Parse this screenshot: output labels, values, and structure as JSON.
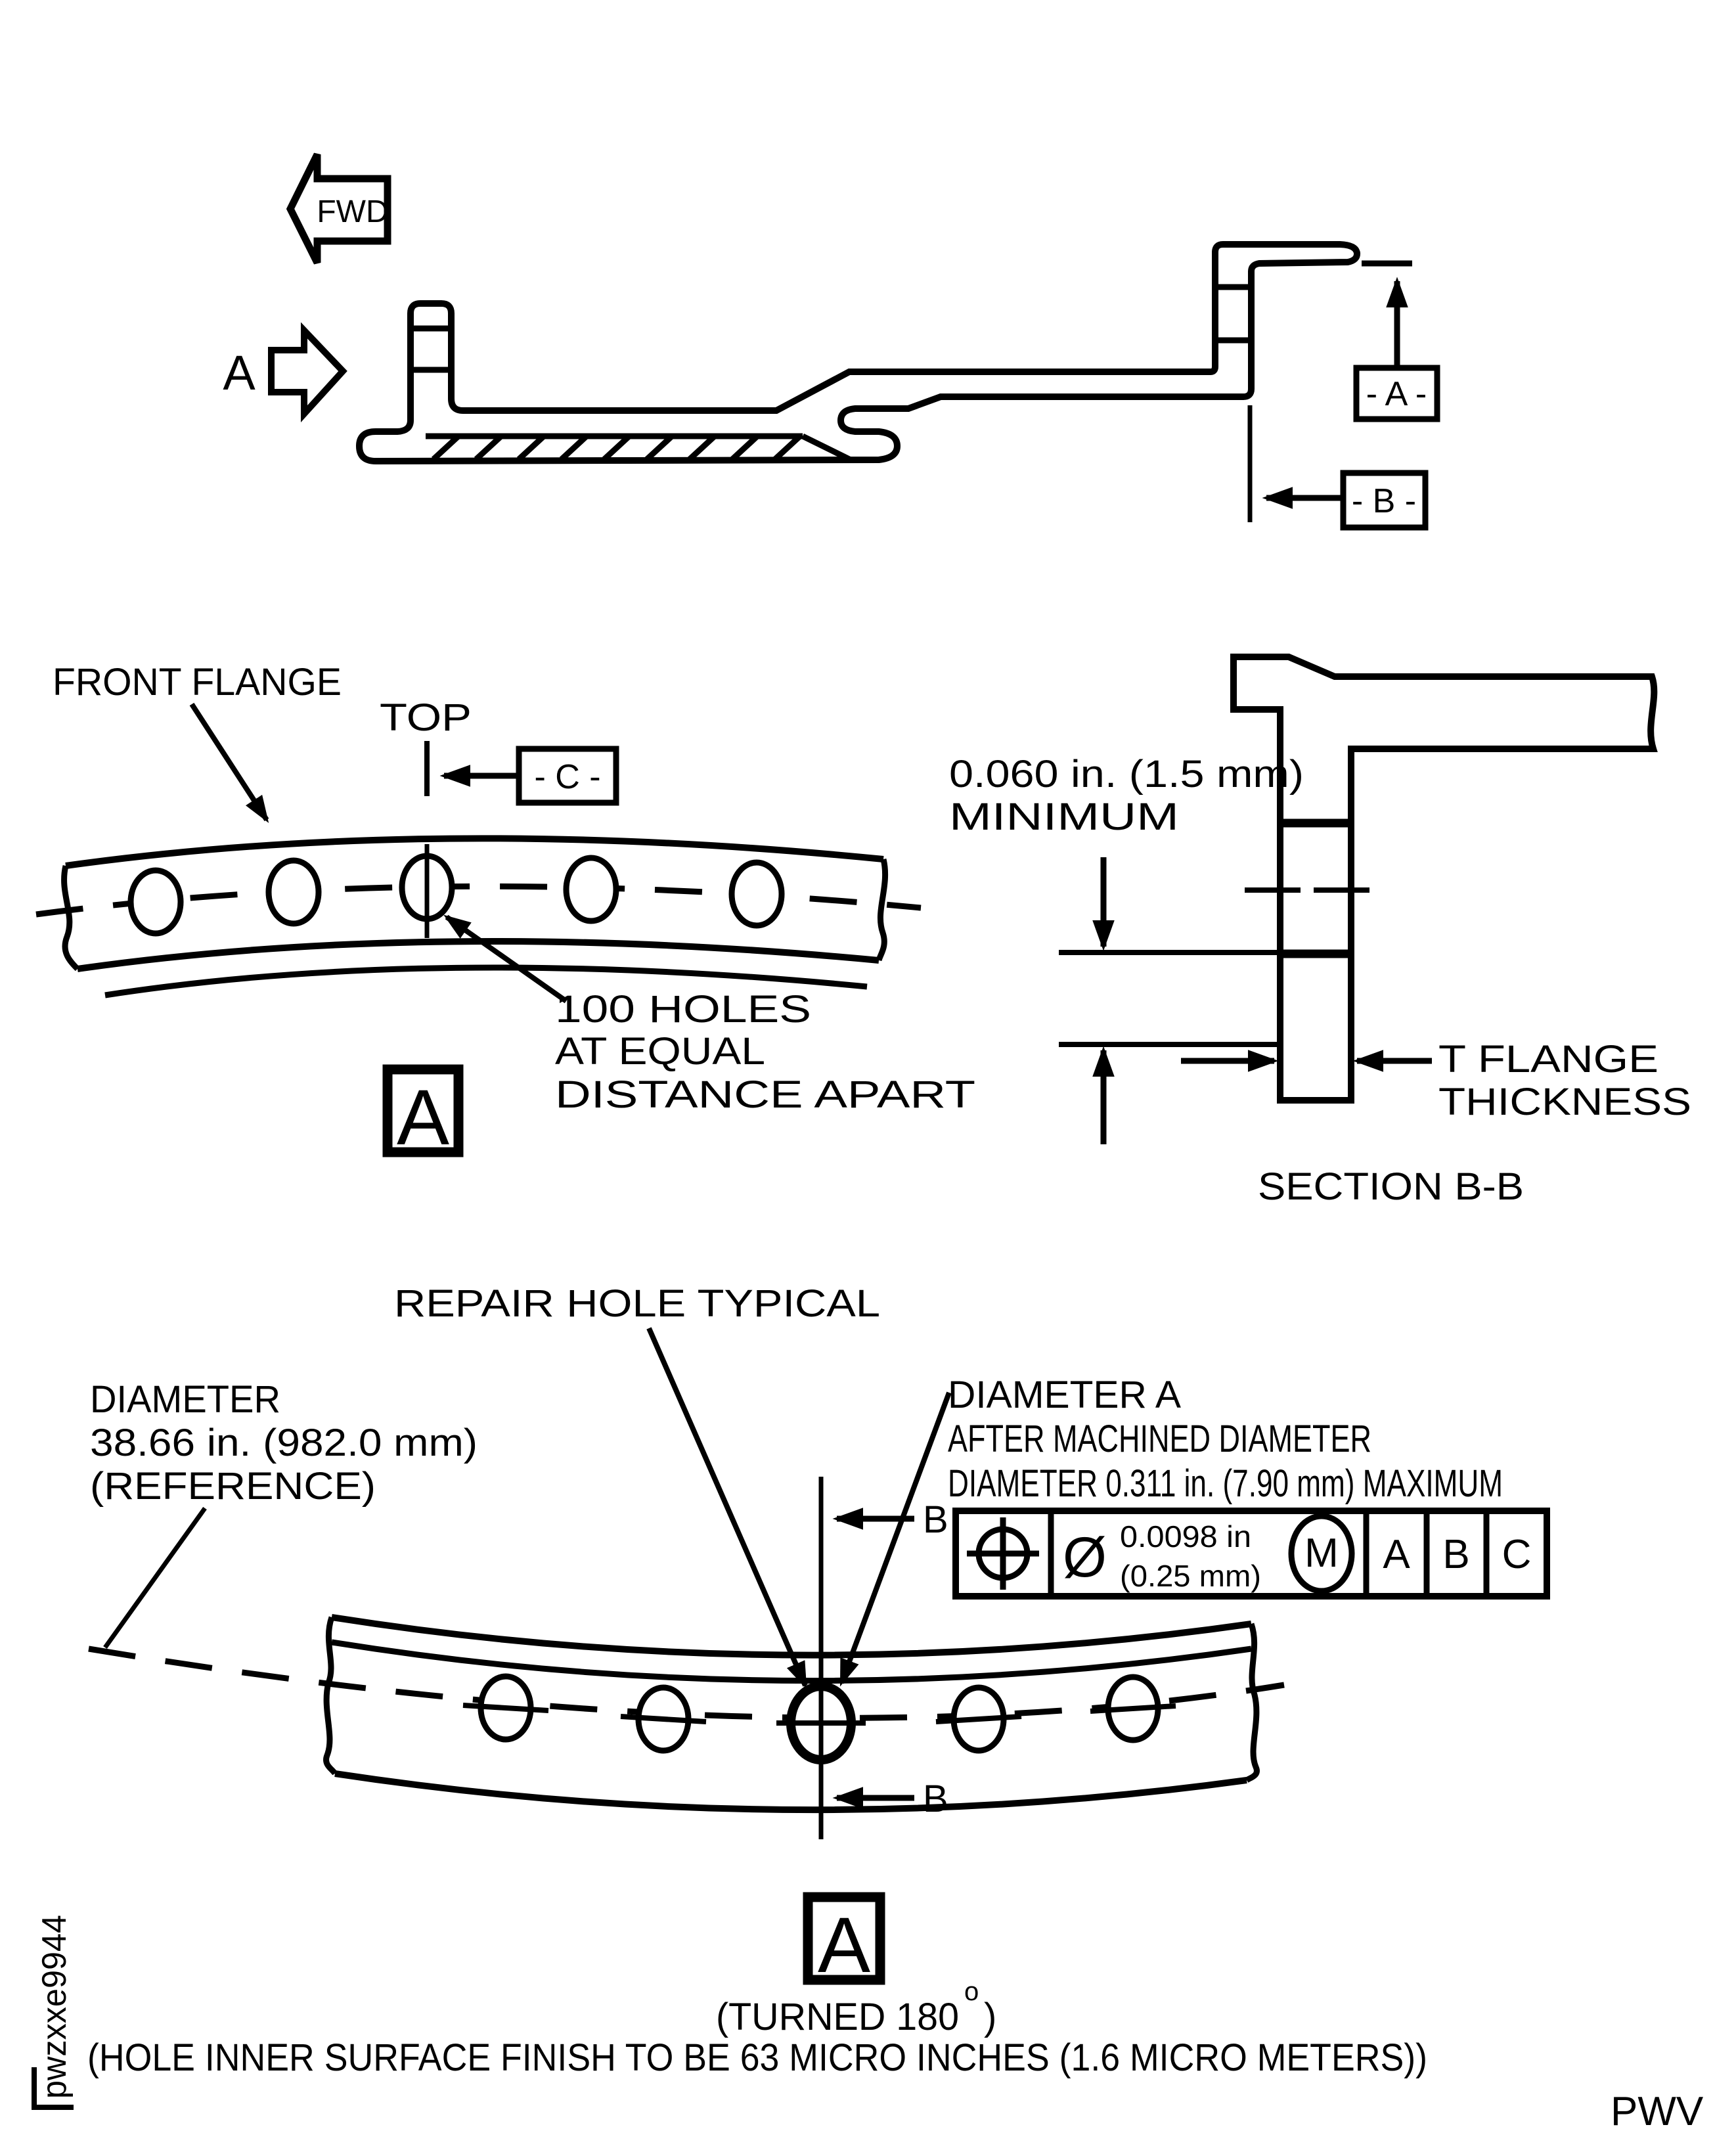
{
  "drawing": {
    "fwd_label": "FWD",
    "view_direction_label": "A",
    "datum_a": "- A -",
    "datum_b": "- B -",
    "datum_c": "- C -",
    "front_flange_label": "FRONT FLANGE",
    "top_label": "TOP",
    "holes_note_line1": "100 HOLES",
    "holes_note_line2": "AT EQUAL",
    "holes_note_line3": "DISTANCE APART",
    "view_a_label": "A",
    "min_dim_line1": "0.060 in. (1.5 mm)",
    "min_dim_line2": "MINIMUM",
    "t_flange_line1": "T FLANGE",
    "t_flange_line2": "THICKNESS",
    "section_label": "SECTION B-B",
    "repair_hole_label": "REPAIR HOLE TYPICAL",
    "diameter_ref_line1": "DIAMETER",
    "diameter_ref_line2": "38.66 in. (982.0 mm)",
    "diameter_ref_line3": "(REFERENCE)",
    "diameter_a_line1": "DIAMETER A",
    "diameter_a_line2": "AFTER MACHINED DIAMETER",
    "diameter_a_line3": "DIAMETER 0.311 in. (7.90 mm) MAXIMUM",
    "section_arrow_label_top": "B",
    "section_arrow_label_bottom": "B",
    "view_a_bottom_label": "A",
    "turned_label": "(TURNED 180",
    "turned_sup": "o",
    "turned_close": ")",
    "finish_note": "(HOLE INNER SURFACE FINISH TO BE 63 MICRO INCHES (1.6 MICRO METERS))",
    "doc_code": "pwzxxe9944",
    "page_code": "PWV",
    "fcf": {
      "diameter_symbol": "Ø",
      "tolerance_in": "0.0098 in",
      "tolerance_mm": "(0.25 mm)",
      "modifier": "M",
      "datum_1": "A",
      "datum_2": "B",
      "datum_3": "C"
    }
  }
}
